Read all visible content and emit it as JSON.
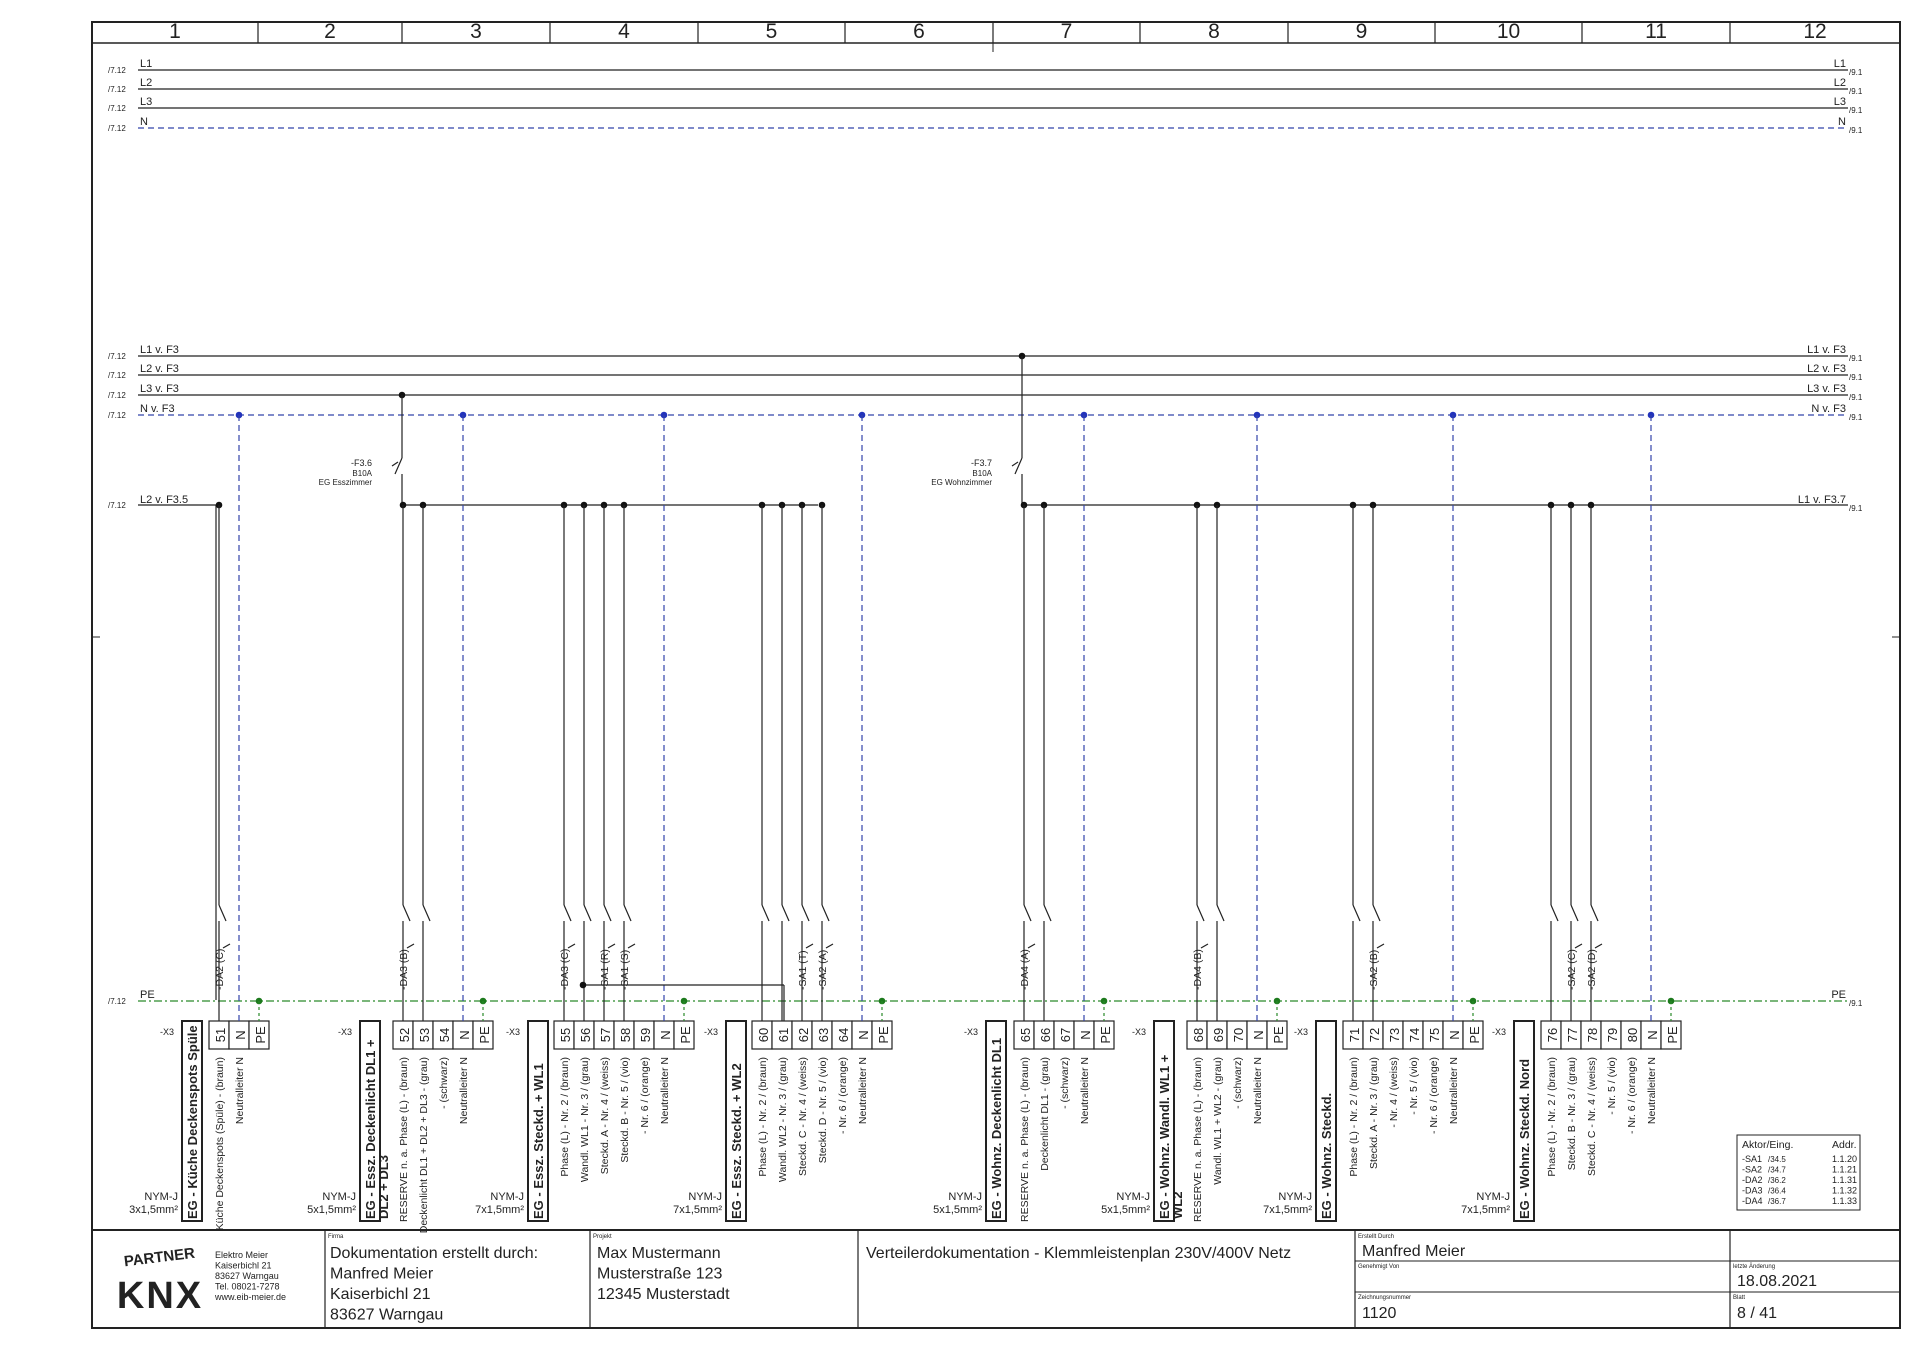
{
  "grid_columns": [
    "1",
    "2",
    "3",
    "4",
    "5",
    "6",
    "7",
    "8",
    "9",
    "10",
    "11",
    "12"
  ],
  "buses": {
    "top": [
      {
        "left": "L1",
        "right": "L1"
      },
      {
        "left": "L2",
        "right": "L2"
      },
      {
        "left": "L3",
        "right": "L3"
      },
      {
        "left": "N",
        "right": "N"
      }
    ],
    "f3": [
      {
        "left": "L1 v. F3",
        "right": "L1 v. F3"
      },
      {
        "left": "L2 v. F3",
        "right": "L2 v. F3"
      },
      {
        "left": "L3 v. F3",
        "right": "L3 v. F3"
      },
      {
        "left": "N v. F3",
        "right": "N v. F3"
      }
    ],
    "l2f35": "L2 v. F3.5",
    "l1f37": "L1 v. F3.7",
    "pe": "PE",
    "ref_left": "/7.12",
    "ref_right": "/9.1"
  },
  "breakers": [
    {
      "id": "-F3.6",
      "rating": "B10A",
      "room": "EG Esszimmer"
    },
    {
      "id": "-F3.7",
      "rating": "B10A",
      "room": "EG Wohnzimmer"
    }
  ],
  "terminal_prefix": "-X3",
  "groups": [
    {
      "title": "EG - Küche Deckenspots Spüle",
      "cable1": "NYM-J",
      "cable2": "3x1,5mm²",
      "terminals": [
        "51",
        "N",
        "PE"
      ],
      "descs": [
        "Küche Deckenspots (Spüle) - (braun)",
        "Neutralleiter N",
        ""
      ],
      "contacts": [
        "-DA2 (C)"
      ]
    },
    {
      "title": "EG - Essz. Deckenlicht DL1 +",
      "title2": "DL2 + DL3",
      "cable1": "NYM-J",
      "cable2": "5x1,5mm²",
      "terminals": [
        "52",
        "53",
        "54",
        "N",
        "PE"
      ],
      "descs": [
        "RESERVE n. a. Phase (L) - (braun)",
        "Deckenlicht DL1 + DL2 + DL3 - (grau)",
        "- (schwarz)",
        "Neutralleiter N",
        ""
      ],
      "contacts": [
        "-DA3 (B)"
      ]
    },
    {
      "title": "EG - Essz. Steckd. + WL1",
      "cable1": "NYM-J",
      "cable2": "7x1,5mm²",
      "terminals": [
        "55",
        "56",
        "57",
        "58",
        "59",
        "N",
        "PE"
      ],
      "descs": [
        "Phase (L) - Nr. 2 / (braun)",
        "Wandl. WL1 - Nr. 3 / (grau)",
        "Steckd. A - Nr. 4 / (weiss)",
        "Steckd. B - Nr. 5 / (vio)",
        "- Nr. 6 / (orange)",
        "Neutralleiter N",
        ""
      ],
      "contacts": [
        "-DA3 (C)",
        "-SA1 (R)",
        "-SA1 (S)"
      ]
    },
    {
      "title": "EG - Essz. Steckd. + WL2",
      "cable1": "NYM-J",
      "cable2": "7x1,5mm²",
      "terminals": [
        "60",
        "61",
        "62",
        "63",
        "64",
        "N",
        "PE"
      ],
      "descs": [
        "Phase (L) - Nr. 2 / (braun)",
        "Wandl. WL2 - Nr. 3 / (grau)",
        "Steckd. C - Nr. 4 / (weiss)",
        "Steckd. D - Nr. 5 / (vio)",
        "- Nr. 6 / (orange)",
        "Neutralleiter N",
        ""
      ],
      "contacts": [
        "-SA1 (T)",
        "-SA2 (A)"
      ]
    },
    {
      "title": "EG - Wohnz. Deckenlicht DL1",
      "cable1": "NYM-J",
      "cable2": "5x1,5mm²",
      "terminals": [
        "65",
        "66",
        "67",
        "N",
        "PE"
      ],
      "descs": [
        "RESERVE n. a. Phase (L) - (braun)",
        "Deckenlicht DL1 - (grau)",
        "- (schwarz)",
        "Neutralleiter N",
        ""
      ],
      "contacts": [
        "-DA4 (A)"
      ]
    },
    {
      "title": "EG - Wohnz. Wandl. WL1 +",
      "title2": "WL2",
      "cable1": "NYM-J",
      "cable2": "5x1,5mm²",
      "terminals": [
        "68",
        "69",
        "70",
        "N",
        "PE"
      ],
      "descs": [
        "RESERVE n. a. Phase (L) - (braun)",
        "Wandl. WL1 + WL2 - (grau)",
        "- (schwarz)",
        "Neutralleiter N",
        ""
      ],
      "contacts": [
        "-DA4 (B)"
      ]
    },
    {
      "title": "EG - Wohnz. Steckd.",
      "cable1": "NYM-J",
      "cable2": "7x1,5mm²",
      "terminals": [
        "71",
        "72",
        "73",
        "74",
        "75",
        "N",
        "PE"
      ],
      "descs": [
        "Phase (L) - Nr. 2 / (braun)",
        "Steckd. A - Nr. 3 / (grau)",
        "- Nr. 4 / (weiss)",
        "- Nr. 5 / (vio)",
        "- Nr. 6 / (orange)",
        "Neutralleiter N",
        ""
      ],
      "contacts": [
        "-SA2 (B)"
      ]
    },
    {
      "title": "EG - Wohnz. Steckd. Nord",
      "cable1": "NYM-J",
      "cable2": "7x1,5mm²",
      "terminals": [
        "76",
        "77",
        "78",
        "79",
        "80",
        "N",
        "PE"
      ],
      "descs": [
        "Phase (L) - Nr. 2 / (braun)",
        "Steckd. B - Nr. 3 / (grau)",
        "Steckd. C - Nr. 4 / (weiss)",
        "- Nr. 5 / (vio)",
        "- Nr. 6 / (orange)",
        "Neutralleiter N",
        ""
      ],
      "contacts": [
        "-SA2 (C)",
        "-SA2 (D)"
      ]
    }
  ],
  "actor_table": {
    "head1": "Aktor/Eing.",
    "head2": "Addr.",
    "rows": [
      {
        "name": "-SA1",
        "ref": "/34.5",
        "addr": "1.1.20"
      },
      {
        "name": "-SA2",
        "ref": "/34.7",
        "addr": "1.1.21"
      },
      {
        "name": "-DA2",
        "ref": "/36.2",
        "addr": "1.1.31"
      },
      {
        "name": "-DA3",
        "ref": "/36.4",
        "addr": "1.1.32"
      },
      {
        "name": "-DA4",
        "ref": "/36.7",
        "addr": "1.1.33"
      }
    ]
  },
  "title_block": {
    "logo_partner": "PARTNER",
    "logo_knx": "KNX",
    "company_lines": [
      "Elektro Meier",
      "Kaiserbichl 21",
      "83627 Warngau",
      "Tel. 08021-7278",
      "www.eib-meier.de"
    ],
    "firma_label": "Firma",
    "firma_lines": [
      "Dokumentation erstellt durch:",
      "Manfred Meier",
      "Kaiserbichl 21",
      "83627 Warngau"
    ],
    "projekt_label": "Projekt",
    "projekt_lines": [
      "Max Mustermann",
      "Musterstraße 123",
      "12345 Musterstadt"
    ],
    "doc_title": "Verteilerdokumentation - Klemmleistenplan 230V/400V Netz",
    "erstellt_label": "Erstellt Durch",
    "erstellt": "Manfred Meier",
    "genehmigt_label": "Genehmigt Von",
    "zeichnung_label": "Zeichnungsnummer",
    "zeichnung": "1120",
    "aenderung_label": "letzte Änderung",
    "aenderung": "18.08.2021",
    "blatt_label": "Blatt",
    "blatt": "8 / 41"
  },
  "colors": {
    "line": "#222222",
    "neutral": "#3344aa",
    "pe": "#2a8a2a",
    "dot": "#111111",
    "ndot": "#2233bb",
    "pedot": "#1d7a1d",
    "logo_blue": "#1a3d8f",
    "logo_green": "#3aa635"
  }
}
